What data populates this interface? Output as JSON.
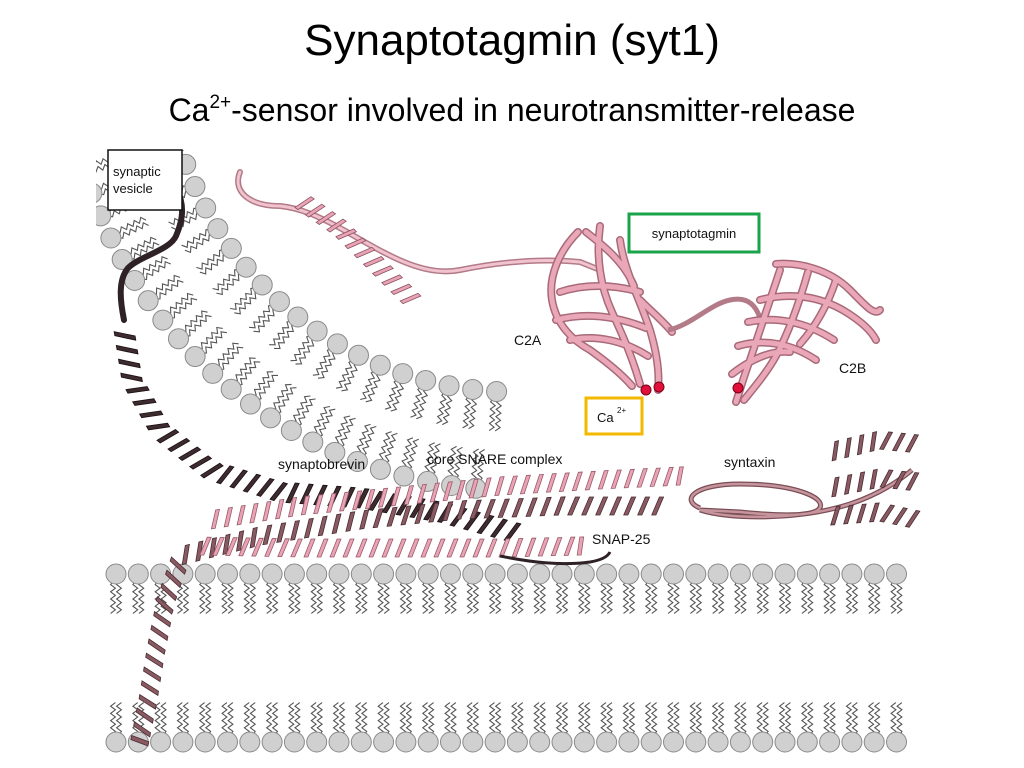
{
  "title": "Synaptotagmin (syt1)",
  "subtitle": {
    "prefix": "Ca",
    "superscript": "2+",
    "suffix": "-sensor involved in neurotransmitter-release"
  },
  "labels": {
    "synaptic_vesicle_line1": "synaptic",
    "synaptic_vesicle_line2": "vesicle",
    "synaptotagmin": "synaptotagmin",
    "c2a": "C2A",
    "c2b": "C2B",
    "calcium": "Ca",
    "calcium_charge": "2+",
    "synaptobrevin": "synaptobrevin",
    "core_snare_complex": "core SNARE complex",
    "syntaxin": "syntaxin",
    "snap25": "SNAP-25"
  },
  "colors": {
    "synaptotagmin_box": "#1aa34a",
    "calcium_box": "#f5b800",
    "synaptotagmin_protein": "#e8a3b4",
    "synaptobrevin_helix": "#3d2b2f",
    "syntaxin_helix": "#8a5a62",
    "snap25_helix": "#e8a3b4",
    "calcium_ion": "#e0103a",
    "lipid_head": "#d0d0d0"
  }
}
